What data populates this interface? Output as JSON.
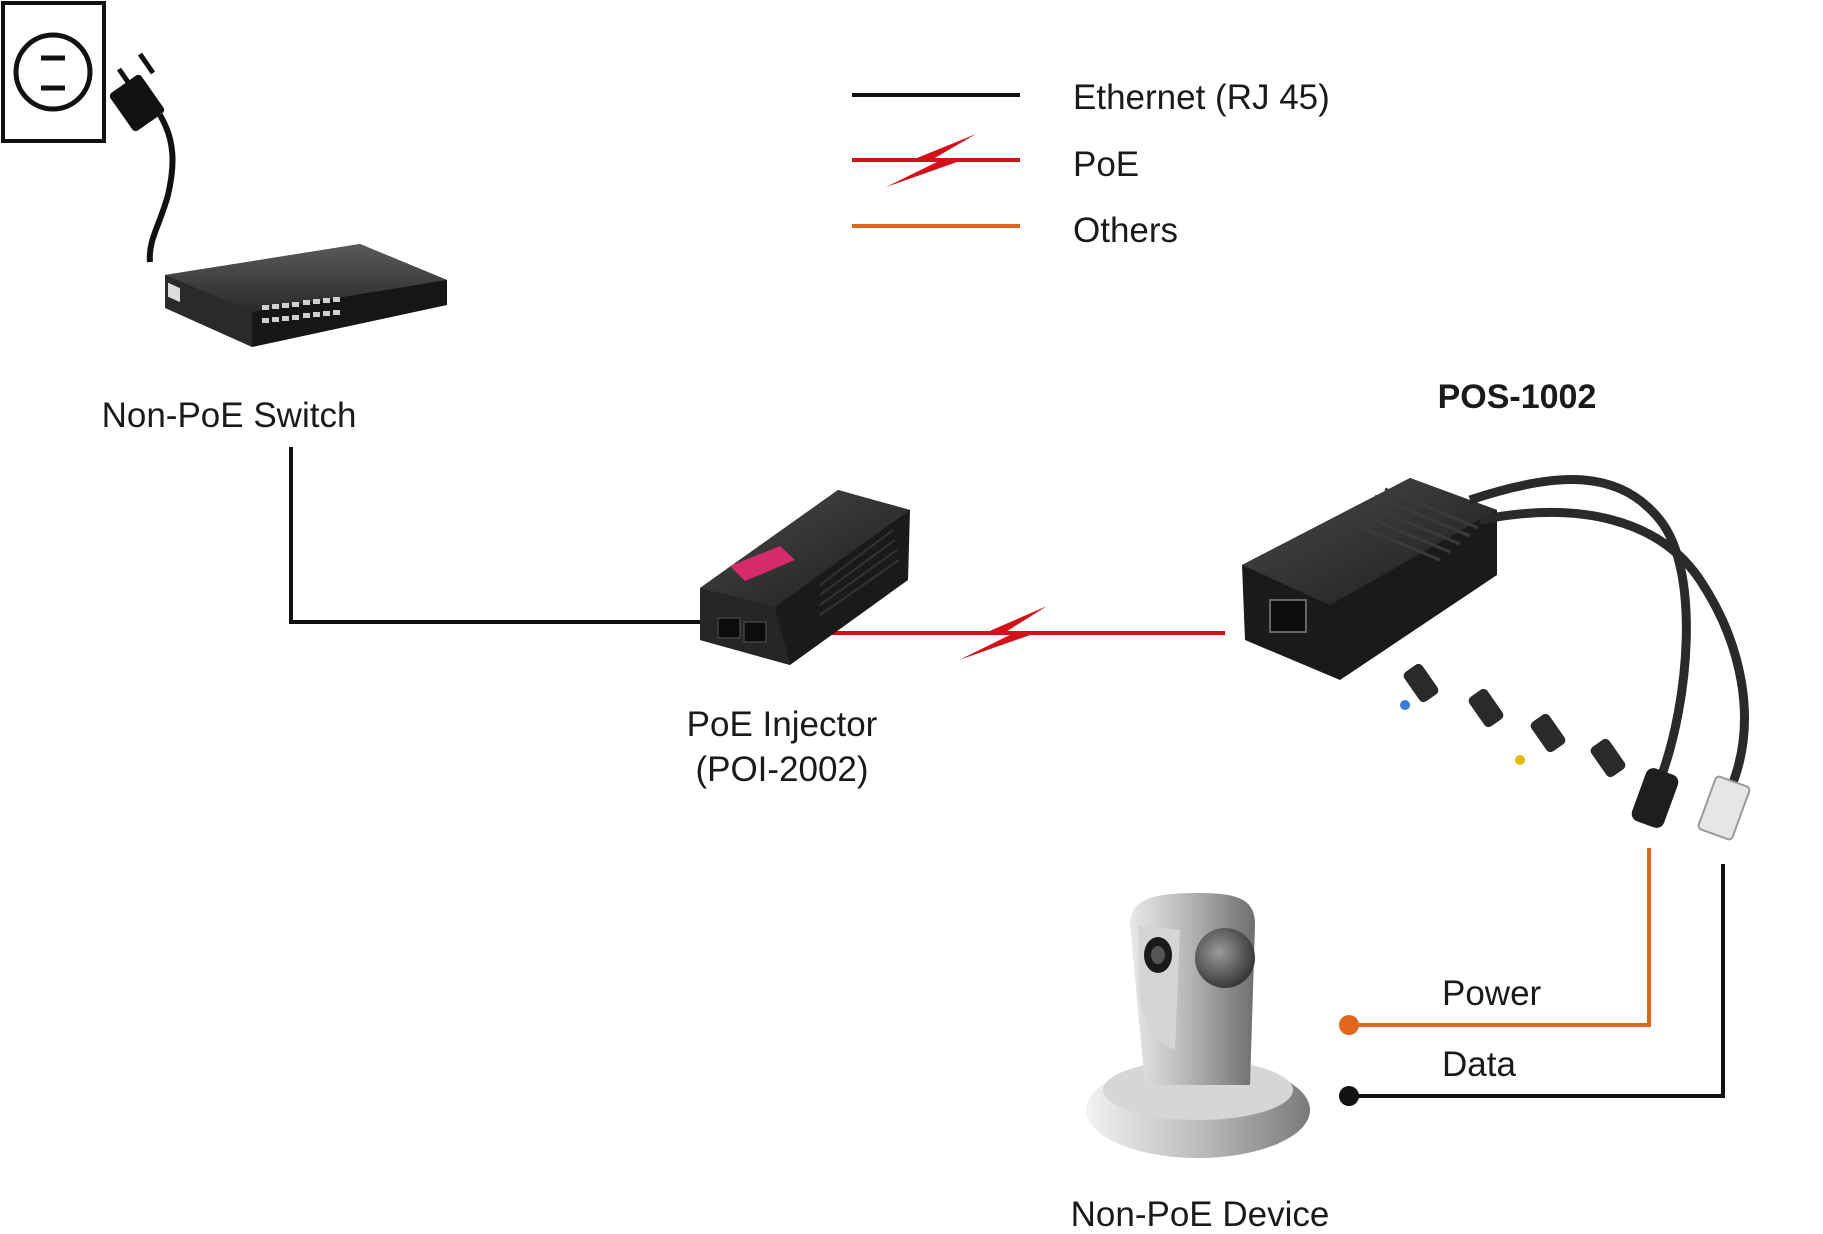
{
  "legend": {
    "items": [
      {
        "label": "Ethernet (RJ 45)",
        "style": "line",
        "color": "#111111"
      },
      {
        "label": "PoE",
        "style": "line-with-lightning",
        "color": "#d4111b"
      },
      {
        "label": "Others",
        "style": "line",
        "color": "#e0661e"
      }
    ]
  },
  "devices": {
    "switch": {
      "label": "Non-PoE Switch",
      "icon": "network-switch-icon"
    },
    "injector": {
      "label_line1": "PoE Injector",
      "label_line2": "(POI-2002)",
      "icon": "poe-injector-icon"
    },
    "splitter": {
      "label": "POS-1002",
      "icon": "poe-splitter-icon"
    },
    "device": {
      "label": "Non-PoE Device",
      "icon": "ip-camera-icon"
    },
    "outlet": {
      "icon": "power-outlet-icon"
    },
    "plug": {
      "icon": "power-plug-icon"
    }
  },
  "connections": {
    "power_label": "Power",
    "data_label": "Data"
  },
  "colors": {
    "ethernet": "#111111",
    "poe": "#d4111b",
    "others": "#e0661e",
    "device_body": "#2b2b2b"
  }
}
